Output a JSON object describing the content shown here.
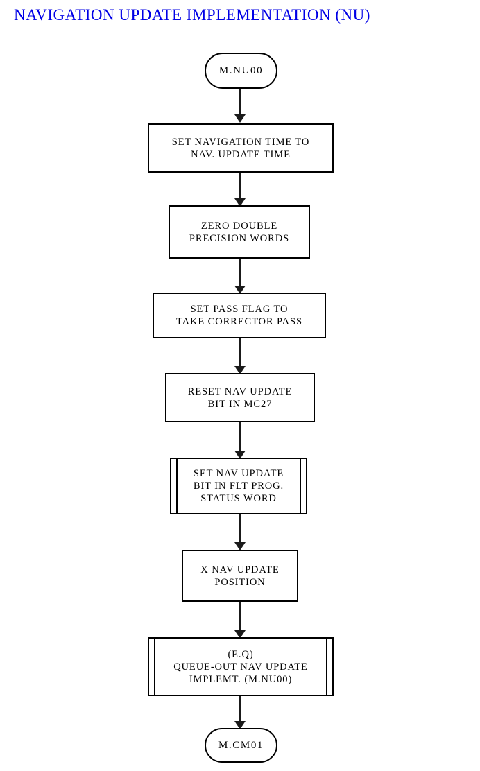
{
  "title": "NAVIGATION UPDATE IMPLEMENTATION (NU)",
  "colors": {
    "title": "#0000e6",
    "stroke": "#000000",
    "connector": "#1a1a1a",
    "background": "#ffffff",
    "text": "#000000"
  },
  "nodes": [
    {
      "id": "start",
      "type": "terminator",
      "label": "M.NU00"
    },
    {
      "id": "set-nav-time",
      "type": "process",
      "label": "SET NAVIGATION TIME TO\nNAV. UPDATE TIME"
    },
    {
      "id": "zero-double-precision",
      "type": "process",
      "label": "ZERO DOUBLE\nPRECISION WORDS"
    },
    {
      "id": "set-pass-flag",
      "type": "process",
      "label": "SET PASS FLAG TO\nTAKE CORRECTOR PASS"
    },
    {
      "id": "reset-nav-update-bit",
      "type": "process",
      "label": "RESET NAV UPDATE\nBIT IN MC27"
    },
    {
      "id": "set-nav-update-bit",
      "type": "subroutine",
      "label": "SET NAV UPDATE\nBIT IN FLT PROG.\nSTATUS WORD"
    },
    {
      "id": "x-nav-update-position",
      "type": "process",
      "label": "X NAV UPDATE\nPOSITION"
    },
    {
      "id": "queue-out-nav-update",
      "type": "subroutine",
      "label": "(E.Q)\nQUEUE-OUT NAV UPDATE\nIMPLEMT. (M.NU00)"
    },
    {
      "id": "end",
      "type": "terminator",
      "label": "M.CM01"
    }
  ],
  "connector_count": 8
}
